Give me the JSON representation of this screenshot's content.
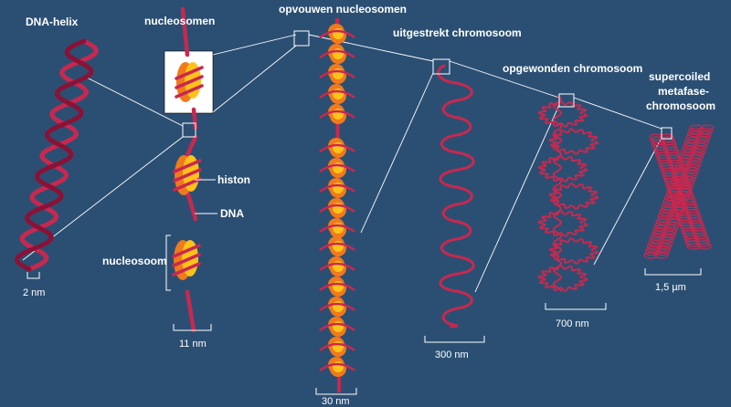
{
  "diagram": {
    "stages": [
      {
        "id": "dna-helix",
        "label": "DNA-helix",
        "scale": "2 nm"
      },
      {
        "id": "nucleosomes",
        "label": "nucleosomen",
        "scale": "11 nm"
      },
      {
        "id": "folded-nucleosomes",
        "label": "opvouwen nucleosomen",
        "scale": "30 nm"
      },
      {
        "id": "extended-chromosome",
        "label": "uitgestrekt chromosoom",
        "scale": "300 nm"
      },
      {
        "id": "coiled-chromosome",
        "label": "opgewonden chromosoom",
        "scale": "700 nm"
      },
      {
        "id": "supercoiled-chromosome",
        "label_lines": [
          "supercoiled",
          "metafase-",
          "chromosoom"
        ],
        "scale": "1,5 µm"
      }
    ],
    "annotations": {
      "histone": "histon",
      "dna": "DNA",
      "nucleosome": "nucleosoom"
    },
    "colors": {
      "background": "#2b4f73",
      "dna_strand": "#c8284f",
      "dna_dark": "#8a1236",
      "histone_orange": "#f07a1c",
      "histone_yellow": "#ffc21a",
      "text": "#ffffff"
    }
  }
}
